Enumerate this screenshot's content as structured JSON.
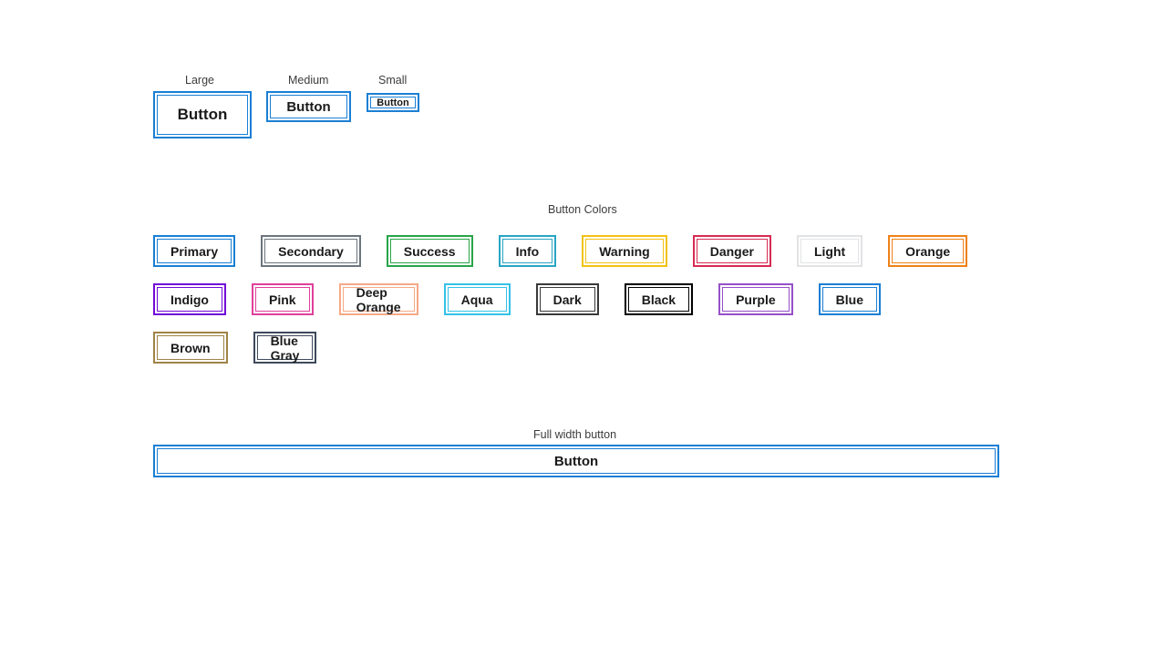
{
  "sizes": {
    "items": [
      {
        "caption": "Large",
        "label": "Button",
        "color": "#1a7fd4"
      },
      {
        "caption": "Medium",
        "label": "Button",
        "color": "#1a7fd4"
      },
      {
        "caption": "Small",
        "label": "Button",
        "color": "#1a7fd4"
      }
    ]
  },
  "colors": {
    "heading": "Button Colors",
    "row1": [
      {
        "label": "Primary",
        "color": "#1a7fd4"
      },
      {
        "label": "Secondary",
        "color": "#6c757d"
      },
      {
        "label": "Success",
        "color": "#28a449"
      },
      {
        "label": "Info",
        "color": "#27a5c4"
      },
      {
        "label": "Warning",
        "color": "#f2c213"
      },
      {
        "label": "Danger",
        "color": "#d62b53"
      },
      {
        "label": "Light",
        "color": "#e2e3e5"
      },
      {
        "label": "Orange",
        "color": "#ef8118"
      }
    ],
    "row2": [
      {
        "label": "Indigo",
        "color": "#7209d8"
      },
      {
        "label": "Pink",
        "color": "#e0409a"
      },
      {
        "label": "Deep Orange",
        "color": "#f6a986"
      },
      {
        "label": "Aqua",
        "color": "#34c2e8"
      },
      {
        "label": "Dark",
        "color": "#3a3a3a"
      },
      {
        "label": "Black",
        "color": "#000000"
      },
      {
        "label": "Purple",
        "color": "#9550c8"
      },
      {
        "label": "Blue",
        "color": "#1a7fd4"
      }
    ],
    "row3": [
      {
        "label": "Brown",
        "color": "#a08348"
      },
      {
        "label": "Blue Gray",
        "color": "#3e4a5c"
      }
    ]
  },
  "fullwidth": {
    "caption": "Full width button",
    "label": "Button",
    "color": "#1a7fd4"
  }
}
